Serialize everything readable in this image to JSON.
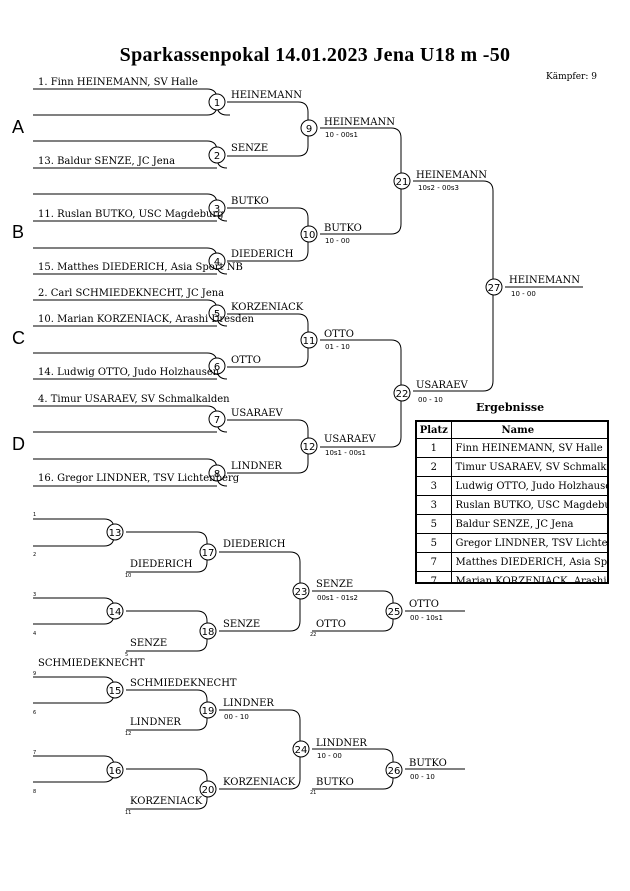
{
  "header": {
    "title": "Sparkassenpokal  14.01.2023  Jena    U18 m -50",
    "fighters_label": "Kämpfer: 9"
  },
  "pools": [
    "A",
    "B",
    "C",
    "D"
  ],
  "entries": [
    "1. Finn HEINEMANN, SV Halle",
    "13. Baldur SENZE, JC Jena",
    "11. Ruslan BUTKO, USC Magdeburg",
    "15. Matthes DIEDERICH, Asia Sport NB",
    "2. Carl SCHMIEDEKNECHT, JC Jena",
    "10. Marian KORZENIACK, Arashi Dresden",
    "14. Ludwig OTTO, Judo Holzhausen",
    "4. Timur USARAEV, SV Schmalkalden",
    "16. Gregor LINDNER, TSV Lichtenberg"
  ],
  "main_fights": [
    {
      "no": "1",
      "winner": "HEINEMANN",
      "score": ""
    },
    {
      "no": "2",
      "winner": "SENZE",
      "score": ""
    },
    {
      "no": "3",
      "winner": "BUTKO",
      "score": ""
    },
    {
      "no": "4",
      "winner": "DIEDERICH",
      "score": ""
    },
    {
      "no": "5",
      "winner": "KORZENIACK",
      "score": ""
    },
    {
      "no": "6",
      "winner": "OTTO",
      "score": ""
    },
    {
      "no": "7",
      "winner": "USARAEV",
      "score": ""
    },
    {
      "no": "8",
      "winner": "LINDNER",
      "score": ""
    },
    {
      "no": "9",
      "winner": "HEINEMANN",
      "score": "10 - 00s1"
    },
    {
      "no": "10",
      "winner": "BUTKO",
      "score": "10 - 00"
    },
    {
      "no": "11",
      "winner": "OTTO",
      "score": "01 - 10"
    },
    {
      "no": "12",
      "winner": "USARAEV",
      "score": "10s1 - 00s1"
    },
    {
      "no": "21",
      "winner": "HEINEMANN",
      "score": "10s2 - 00s3"
    },
    {
      "no": "22",
      "winner": "USARAEV",
      "score": "00 - 10"
    },
    {
      "no": "27",
      "winner": "HEINEMANN",
      "score": "10 - 00"
    }
  ],
  "repechage": {
    "slots": [
      "1",
      "2",
      "3",
      "4",
      "9",
      "6",
      "7",
      "8"
    ],
    "loser_tags": [
      "10",
      "5",
      "12",
      "11",
      "22",
      "21"
    ],
    "fights": [
      {
        "no": "13",
        "winner": "",
        "score": ""
      },
      {
        "no": "14",
        "winner": "",
        "score": ""
      },
      {
        "no": "15",
        "winner": "SCHMIEDEKNECHT",
        "score": ""
      },
      {
        "no": "16",
        "winner": "",
        "score": ""
      },
      {
        "no": "17",
        "winner": "DIEDERICH",
        "score": ""
      },
      {
        "no": "18",
        "winner": "SENZE",
        "score": ""
      },
      {
        "no": "19",
        "winner": "LINDNER",
        "score": "00 - 10"
      },
      {
        "no": "20",
        "winner": "KORZENIACK",
        "score": ""
      },
      {
        "no": "23",
        "winner": "SENZE",
        "score": "00s1 - 01s2"
      },
      {
        "no": "24",
        "winner": "LINDNER",
        "score": "10 - 00"
      },
      {
        "no": "25",
        "winner": "OTTO",
        "score": "00 - 10s1"
      },
      {
        "no": "26",
        "winner": "BUTKO",
        "score": "00 - 10"
      }
    ],
    "names": {
      "slot9": "SCHMIEDEKNECHT",
      "f17_in": "DIEDERICH",
      "f18_in": "SENZE",
      "f19_in": "LINDNER",
      "f20_in": "KORZENIACK",
      "f25_in": "OTTO",
      "f26_in": "BUTKO"
    }
  },
  "results": {
    "title": "Ergebnisse",
    "headers": [
      "Platz",
      "Name"
    ],
    "rows": [
      {
        "rank": "1",
        "name": "Finn HEINEMANN, SV Halle"
      },
      {
        "rank": "2",
        "name": "Timur USARAEV, SV Schmalkalden"
      },
      {
        "rank": "3",
        "name": "Ludwig OTTO, Judo Holzhausen"
      },
      {
        "rank": "3",
        "name": "Ruslan BUTKO, USC Magdeburg"
      },
      {
        "rank": "5",
        "name": "Baldur SENZE, JC Jena"
      },
      {
        "rank": "5",
        "name": "Gregor LINDNER, TSV Lichtenberg"
      },
      {
        "rank": "7",
        "name": "Matthes DIEDERICH, Asia Sport NB"
      },
      {
        "rank": "7",
        "name": "Marian KORZENIACK, Arashi Dresden"
      }
    ]
  }
}
